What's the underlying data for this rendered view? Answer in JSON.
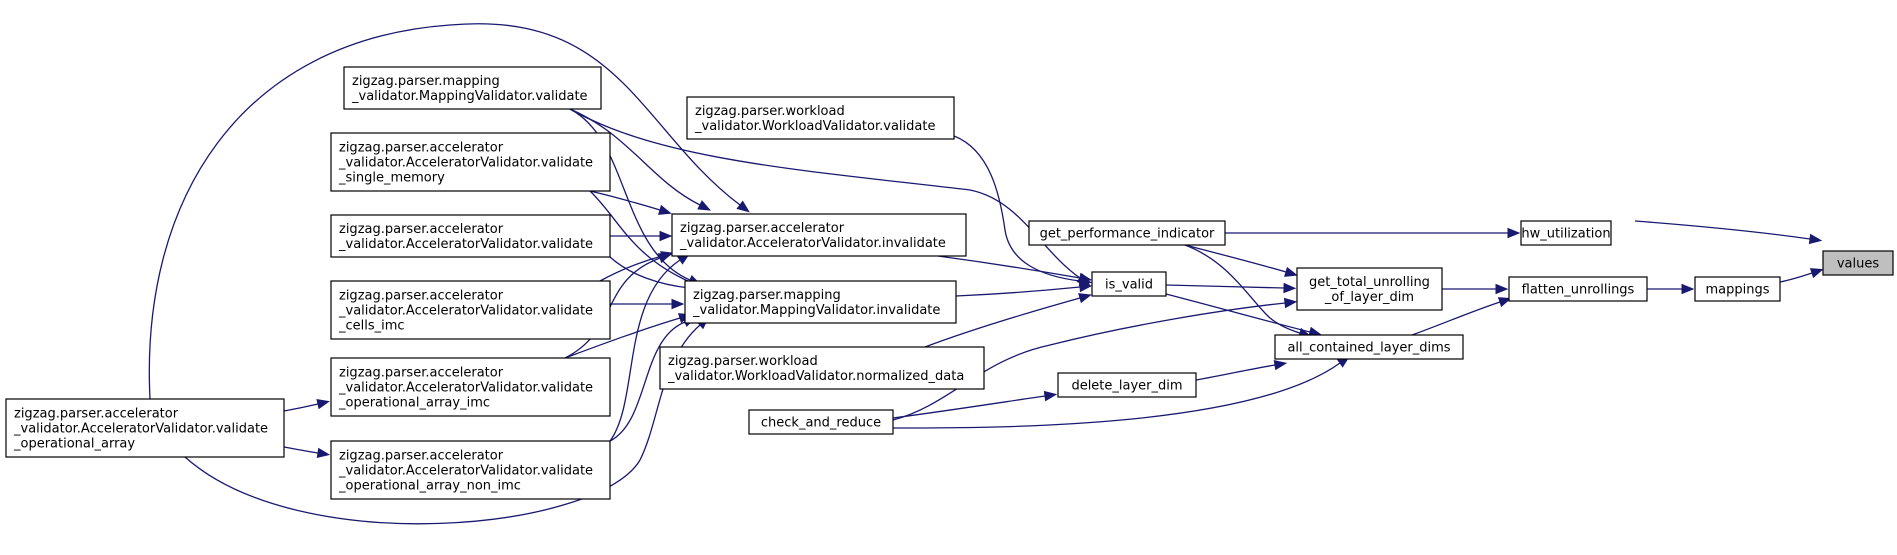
{
  "graph": {
    "edge_color": "#191970",
    "root_fill": "#bfbfbf",
    "nodes": {
      "values": [
        "values"
      ],
      "hw_utilization": [
        "hw_utilization"
      ],
      "mappings": [
        "mappings"
      ],
      "get_performance_indicator": [
        "get_performance_indicator"
      ],
      "flatten_unrollings": [
        "flatten_unrollings"
      ],
      "get_total_unrolling_of_layer_dim": [
        "get_total_unrolling",
        "_of_layer_dim"
      ],
      "all_contained_layer_dims": [
        "all_contained_layer_dims"
      ],
      "is_valid": [
        "is_valid"
      ],
      "delete_layer_dim": [
        "delete_layer_dim"
      ],
      "check_and_reduce": [
        "check_and_reduce"
      ],
      "workload_validate": [
        "zigzag.parser.workload",
        "_validator.WorkloadValidator.validate"
      ],
      "acc_invalidate": [
        "zigzag.parser.accelerator",
        "_validator.AcceleratorValidator.invalidate"
      ],
      "map_invalidate": [
        "zigzag.parser.mapping",
        "_validator.MappingValidator.invalidate"
      ],
      "workload_normalized": [
        "zigzag.parser.workload",
        "_validator.WorkloadValidator.normalized_data"
      ],
      "map_validate": [
        "zigzag.parser.mapping",
        "_validator.MappingValidator.validate"
      ],
      "acc_validate_single_memory": [
        "zigzag.parser.accelerator",
        "_validator.AcceleratorValidator.validate",
        "_single_memory"
      ],
      "acc_validate": [
        "zigzag.parser.accelerator",
        "_validator.AcceleratorValidator.validate"
      ],
      "acc_validate_cells_imc": [
        "zigzag.parser.accelerator",
        "_validator.AcceleratorValidator.validate",
        "_cells_imc"
      ],
      "acc_validate_op_array_imc": [
        "zigzag.parser.accelerator",
        "_validator.AcceleratorValidator.validate",
        "_operational_array_imc"
      ],
      "acc_validate_op_array_non_imc": [
        "zigzag.parser.accelerator",
        "_validator.AcceleratorValidator.validate",
        "_operational_array_non_imc"
      ],
      "acc_validate_op_array": [
        "zigzag.parser.accelerator",
        "_validator.AcceleratorValidator.validate",
        "_operational_array"
      ]
    },
    "edges": [
      [
        "hw_utilization",
        "values"
      ],
      [
        "mappings",
        "values"
      ],
      [
        "get_performance_indicator",
        "hw_utilization"
      ],
      [
        "flatten_unrollings",
        "mappings"
      ],
      [
        "get_total_unrolling_of_layer_dim",
        "flatten_unrollings"
      ],
      [
        "all_contained_layer_dims",
        "flatten_unrollings"
      ],
      [
        "is_valid",
        "get_total_unrolling_of_layer_dim"
      ],
      [
        "get_performance_indicator",
        "get_total_unrolling_of_layer_dim"
      ],
      [
        "check_and_reduce",
        "get_total_unrolling_of_layer_dim"
      ],
      [
        "is_valid",
        "all_contained_layer_dims"
      ],
      [
        "get_performance_indicator",
        "all_contained_layer_dims"
      ],
      [
        "delete_layer_dim",
        "all_contained_layer_dims"
      ],
      [
        "check_and_reduce",
        "all_contained_layer_dims"
      ],
      [
        "check_and_reduce",
        "delete_layer_dim"
      ],
      [
        "workload_validate",
        "is_valid"
      ],
      [
        "acc_invalidate",
        "is_valid"
      ],
      [
        "map_invalidate",
        "is_valid"
      ],
      [
        "workload_normalized",
        "is_valid"
      ],
      [
        "map_validate",
        "is_valid"
      ],
      [
        "map_validate",
        "acc_invalidate"
      ],
      [
        "acc_validate_single_memory",
        "acc_invalidate"
      ],
      [
        "acc_validate",
        "acc_invalidate"
      ],
      [
        "acc_validate_cells_imc",
        "acc_invalidate"
      ],
      [
        "acc_validate_op_array_imc",
        "acc_invalidate"
      ],
      [
        "acc_validate_op_array_non_imc",
        "acc_invalidate"
      ],
      [
        "acc_validate_op_array",
        "acc_invalidate"
      ],
      [
        "map_validate",
        "map_invalidate"
      ],
      [
        "acc_validate_single_memory",
        "map_invalidate"
      ],
      [
        "acc_validate",
        "map_invalidate"
      ],
      [
        "acc_validate_cells_imc",
        "map_invalidate"
      ],
      [
        "acc_validate_op_array_imc",
        "map_invalidate"
      ],
      [
        "acc_validate_op_array_non_imc",
        "map_invalidate"
      ],
      [
        "acc_validate_op_array",
        "map_invalidate"
      ],
      [
        "acc_validate_op_array",
        "acc_validate_op_array_imc"
      ],
      [
        "acc_validate_op_array",
        "acc_validate_op_array_non_imc"
      ]
    ]
  }
}
